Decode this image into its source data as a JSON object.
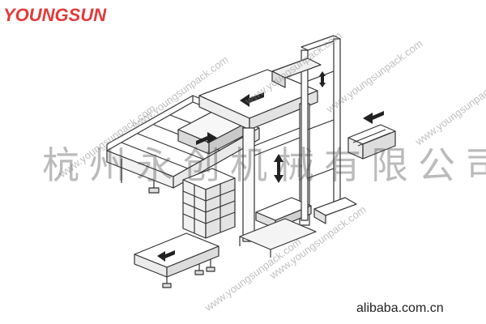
{
  "brand": {
    "logo_text": "YOUNGSUN",
    "color": "#e23a3a"
  },
  "watermark": {
    "url_text": "www.youngsunpack.com",
    "company_cn": "杭州永创机械有限公司"
  },
  "footer": {
    "site": "alibaba.com.cn"
  },
  "icons": [
    "left-arrow-icon",
    "right-arrow-icon",
    "up-down-arrow-icon"
  ]
}
